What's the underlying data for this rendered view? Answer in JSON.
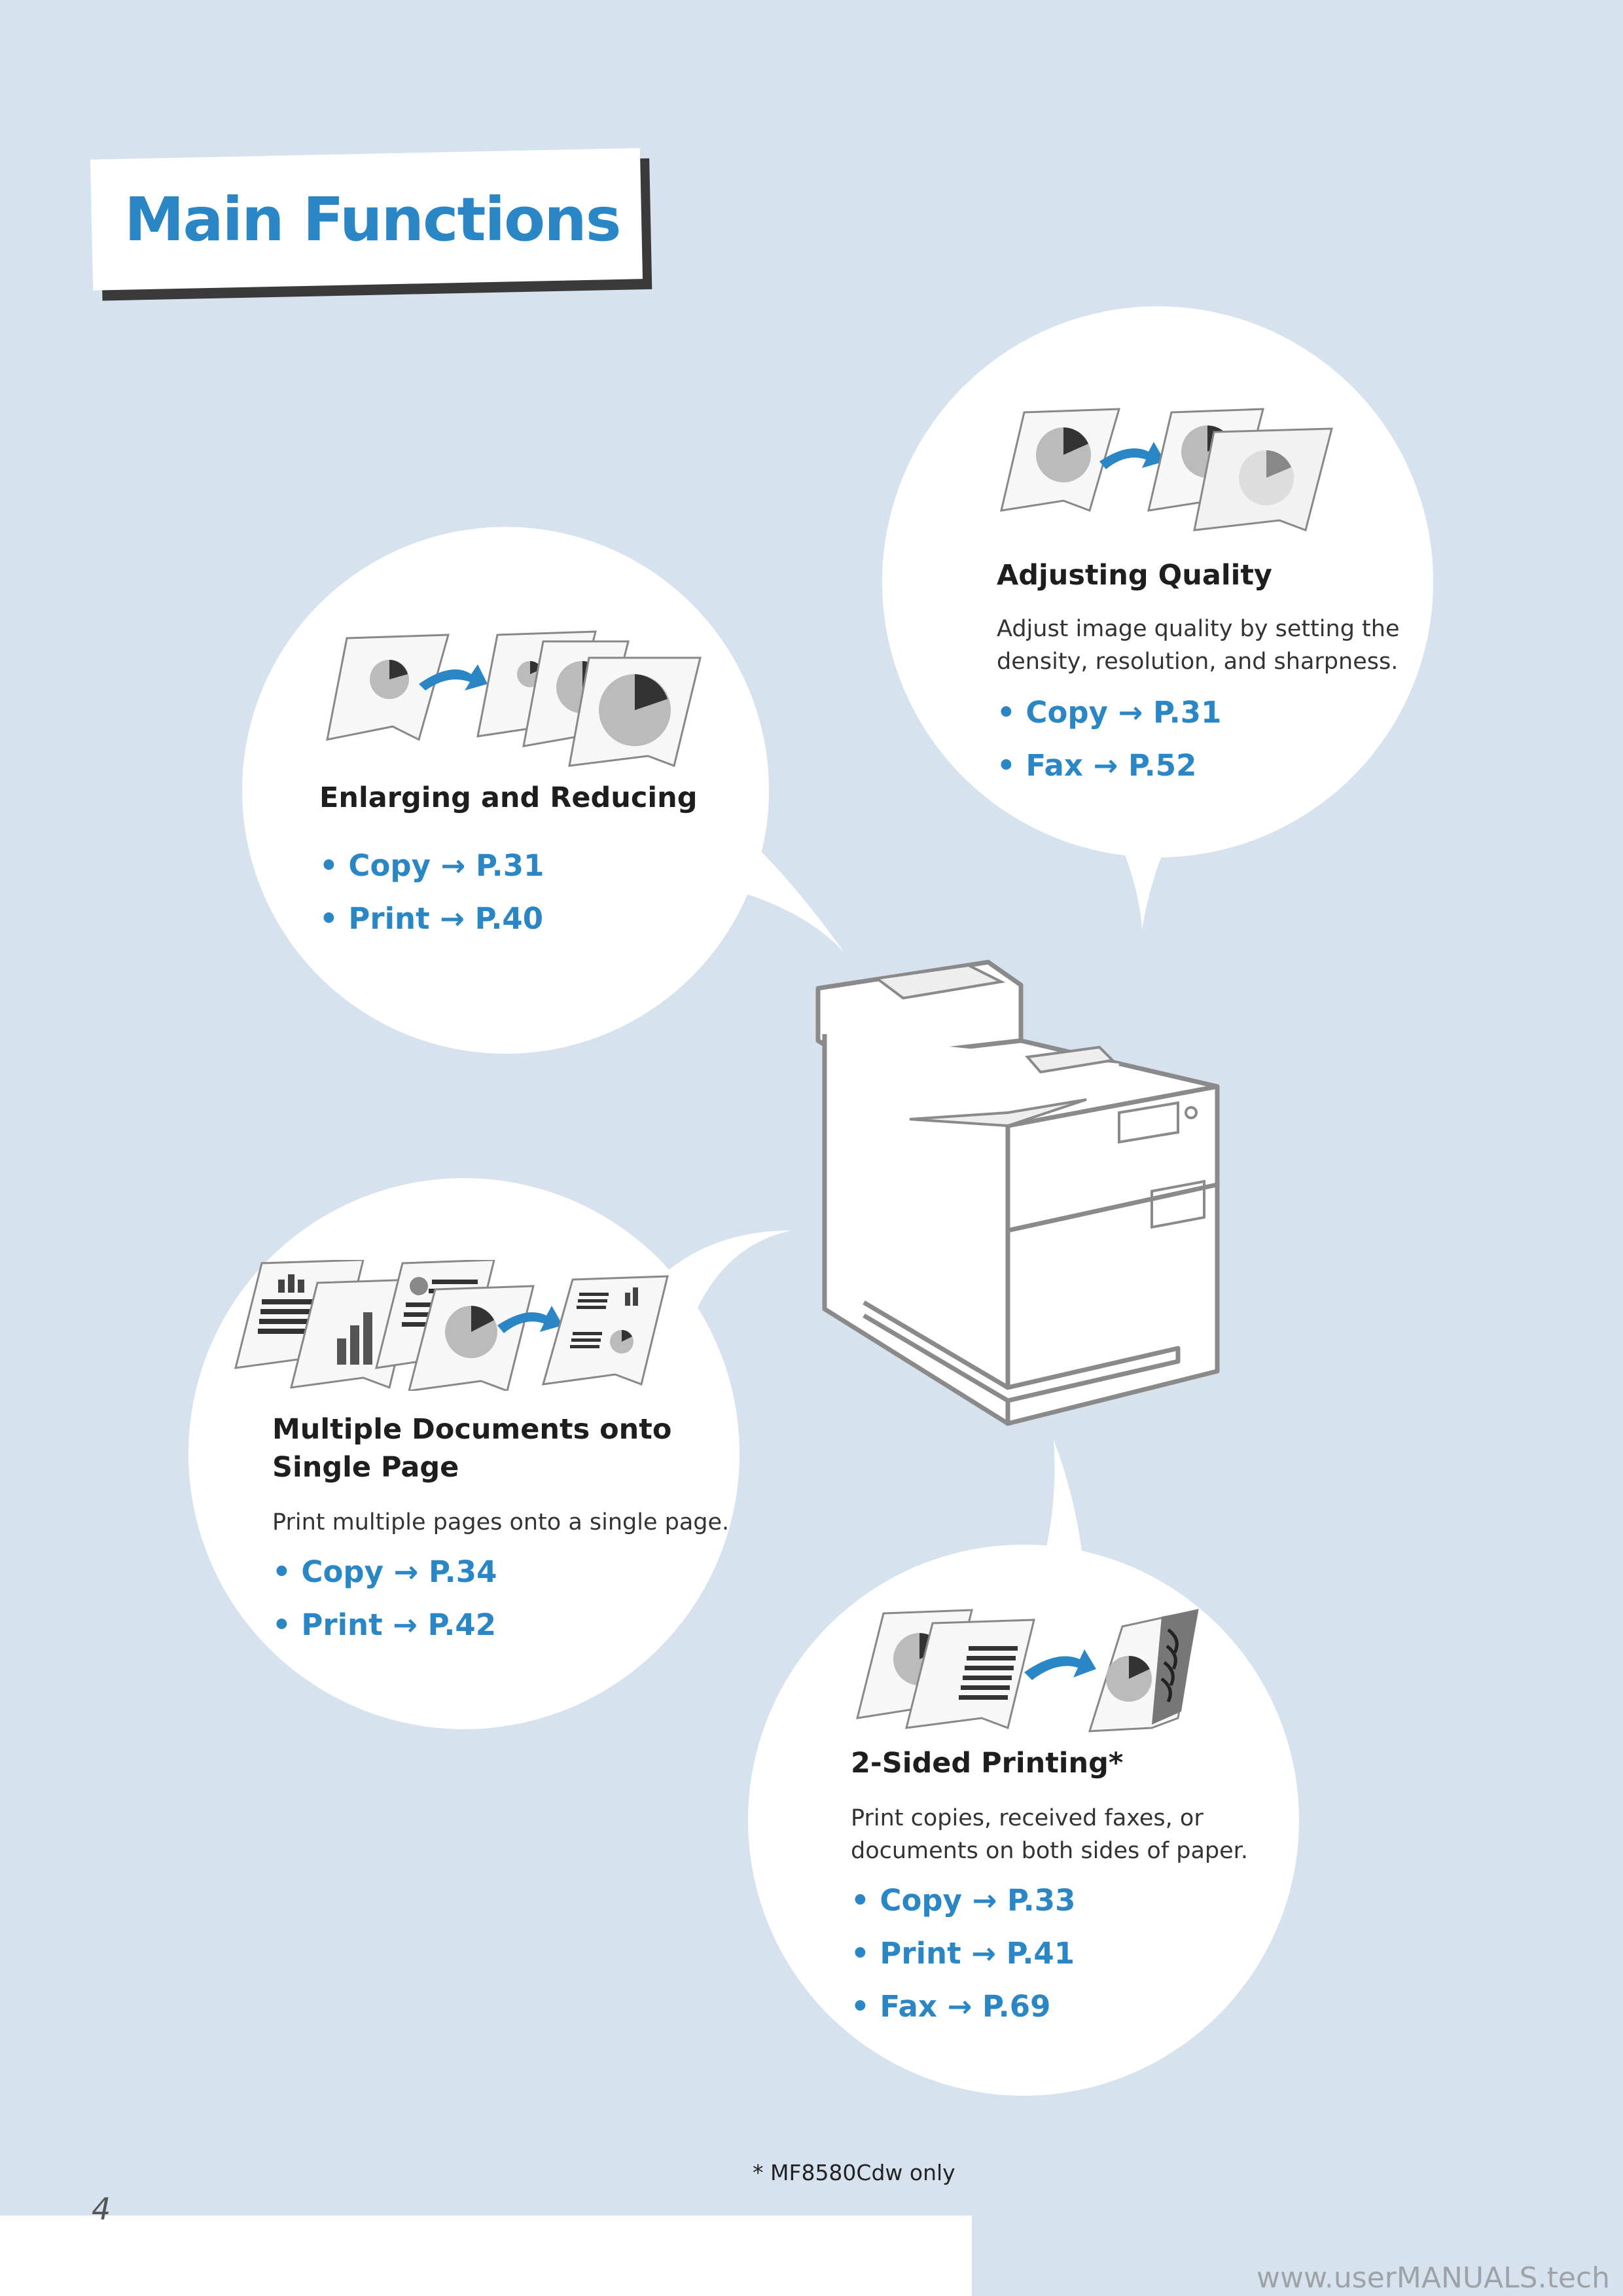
{
  "page": {
    "title": "Main Functions",
    "page_number": "4",
    "footnote": "*  MF8580Cdw only",
    "watermark": "www.userMANUALS.tech"
  },
  "functions": {
    "enlarging": {
      "title": "Enlarging and Reducing",
      "links": [
        "• Copy → P.31",
        "• Print → P.40"
      ]
    },
    "quality": {
      "title": "Adjusting Quality",
      "description": [
        "Adjust image quality by setting the",
        "density, resolution, and sharpness."
      ],
      "links": [
        "• Copy → P.31",
        "• Fax → P.52"
      ]
    },
    "multiple": {
      "title": [
        "Multiple Documents onto",
        "Single Page"
      ],
      "description": [
        "Print multiple pages onto a single page."
      ],
      "links": [
        "• Copy → P.34",
        "• Print → P.42"
      ]
    },
    "two_sided": {
      "title": "2-Sided Printing*",
      "description": [
        "Print copies, received faxes, or",
        "documents on both sides of paper."
      ],
      "links": [
        "• Copy → P.33",
        "• Print → P.41",
        "• Fax → P.69"
      ]
    }
  },
  "colors": {
    "accent": "#2b86c5",
    "background": "#d7e2ef",
    "bubble": "#ffffff"
  },
  "icons": [
    "pie-chart-document-icon",
    "arrow-icon",
    "bar-chart-document-icon",
    "text-document-icon",
    "duplex-page-icon",
    "printer-illustration"
  ]
}
